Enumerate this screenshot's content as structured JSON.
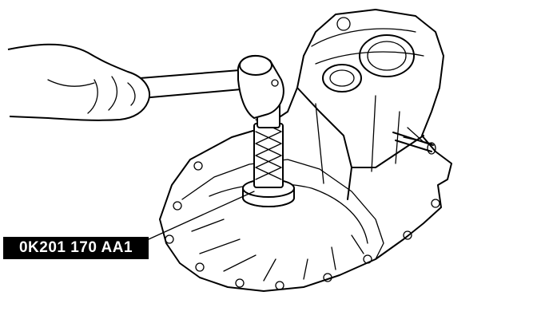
{
  "callout": {
    "tool_number": "0K201 170 AA1"
  },
  "colors": {
    "line": "#000000",
    "label_background": "#000000",
    "label_text": "#ffffff",
    "page": "#ffffff"
  },
  "parts": [
    "hand",
    "hammer",
    "installer-tool",
    "bearing-race",
    "transmission-case"
  ]
}
